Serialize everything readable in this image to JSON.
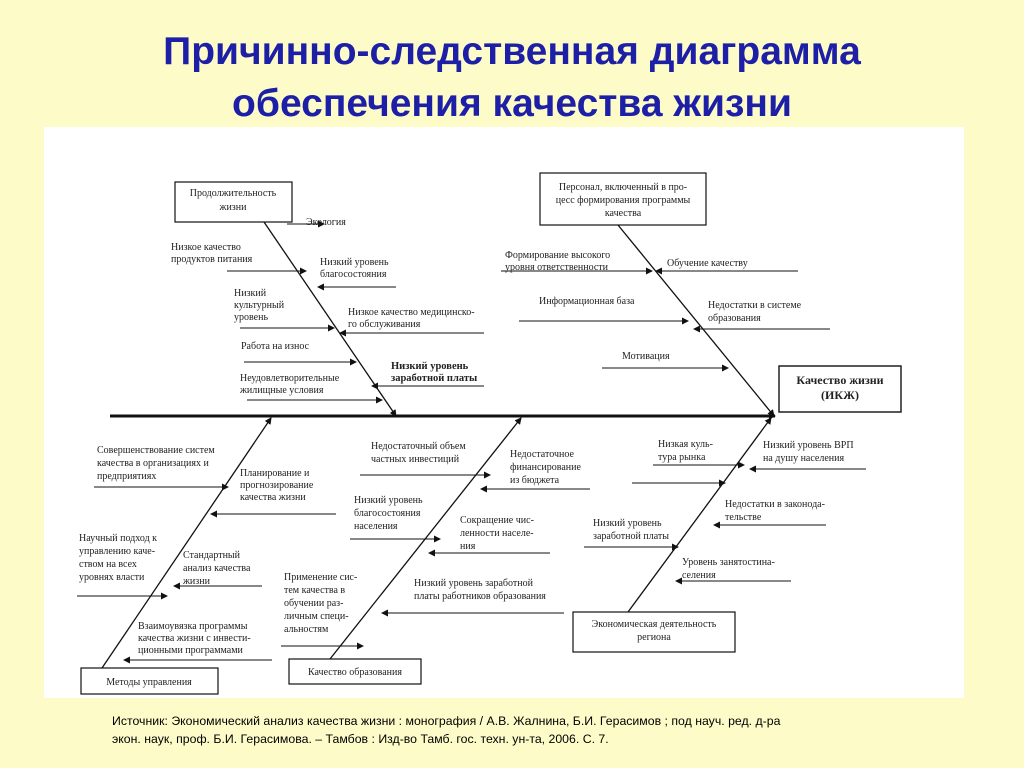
{
  "title": {
    "line1": "Причинно-следственная диаграмма",
    "line2": "обеспечения качества жизни"
  },
  "effect": {
    "line1": "Качество жизни",
    "line2": "(ИКЖ)"
  },
  "categories": {
    "longevity": {
      "line1": "Продолжительность",
      "line2": "жизни"
    },
    "personnel": {
      "line1": "Персонал, включенный в про-",
      "line2": "цесс формирования программы",
      "line3": "качества"
    },
    "management": {
      "line1": "Методы управления"
    },
    "education": {
      "line1": "Качество образования"
    },
    "economy": {
      "line1": "Экономическая деятельность",
      "line2": "региона"
    }
  },
  "causes": {
    "ecology": [
      "Экология"
    ],
    "low_food": [
      "Низкое качество",
      "продуктов питания"
    ],
    "low_welfare": [
      "Низкий уровень",
      "благосостояния"
    ],
    "low_culture": [
      "Низкий",
      "культурный",
      "уровень"
    ],
    "low_medical": [
      "Низкое качество медицинско-",
      "го обслуживания"
    ],
    "wear": [
      "Работа на износ"
    ],
    "low_salary": [
      "Низкий уровень",
      "заработной платы"
    ],
    "housing": [
      "Неудовлетворительные",
      "жилищные условия"
    ],
    "responsibility": [
      "Формирование  высокого",
      "уровня ответственности"
    ],
    "training": [
      "Обучение качеству"
    ],
    "infobase": [
      "Информационная база"
    ],
    "edu_system": [
      "Недостатки в системе",
      "образования"
    ],
    "motivation": [
      "Мотивация"
    ],
    "qms": [
      "Совершенствование систем",
      "качества в организациях и",
      "предприятиях"
    ],
    "planning": [
      "Планирование и",
      "прогнозирование",
      "качества жизни"
    ],
    "scientific": [
      "Научный подход к",
      "управлению каче-",
      "ством на всех",
      "уровнях власти"
    ],
    "standard": [
      "Стандартный",
      "анализ качества",
      "жизни"
    ],
    "interrelation": [
      "Взаимоувязка программы",
      "качества жизни с инвести-",
      "ционными программами"
    ],
    "private_inv": [
      "Недостаточный объем",
      "частных инвестиций"
    ],
    "budget": [
      "Недостаточное",
      "финансирование",
      "из бюджета"
    ],
    "pop_welfare": [
      "Низкий уровень",
      "благосостояния",
      "населения"
    ],
    "staff_cut": [
      "Сокращение чис-",
      "ленности населе-",
      "ния"
    ],
    "edu_salary": [
      "Низкий уровень заработной",
      "платы работников образования"
    ],
    "quality_training": [
      "Применение сис-",
      "тем качества в",
      "обучении  раз-",
      "личным специ-",
      "альностям"
    ],
    "market_culture": [
      "Низкая куль-",
      "тура рынка"
    ],
    "grp": [
      "Низкий уровень ВРП",
      "на душу населения"
    ],
    "legislation": [
      "Недостатки в законода-",
      "тельстве"
    ],
    "econ_salary": [
      "Низкий уровень",
      "заработной платы"
    ],
    "employment": [
      "Уровень занятостина-",
      "селения"
    ]
  },
  "source": {
    "line1": "Источник: Экономический анализ качества жизни : монография / А.В. Жалнина, Б.И. Герасимов ; под науч. ред. д-ра",
    "line2": "экон. наук, проф. Б.И. Герасимова. – Тамбов : Изд-во Тамб. гос. техн. ун-та, 2006. С. 7."
  }
}
